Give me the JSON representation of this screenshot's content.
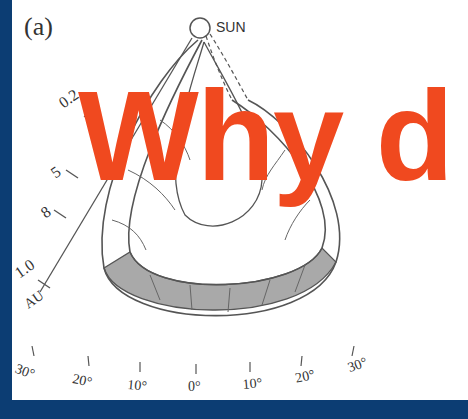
{
  "diagram": {
    "title": "Why d",
    "labels": [
      "(a)",
      "SUN",
      "0.2",
      "5",
      "8",
      "1.0",
      "AU",
      "30°",
      "20°",
      "10°",
      "0°",
      "10°",
      "20°",
      "30°"
    ]
  }
}
